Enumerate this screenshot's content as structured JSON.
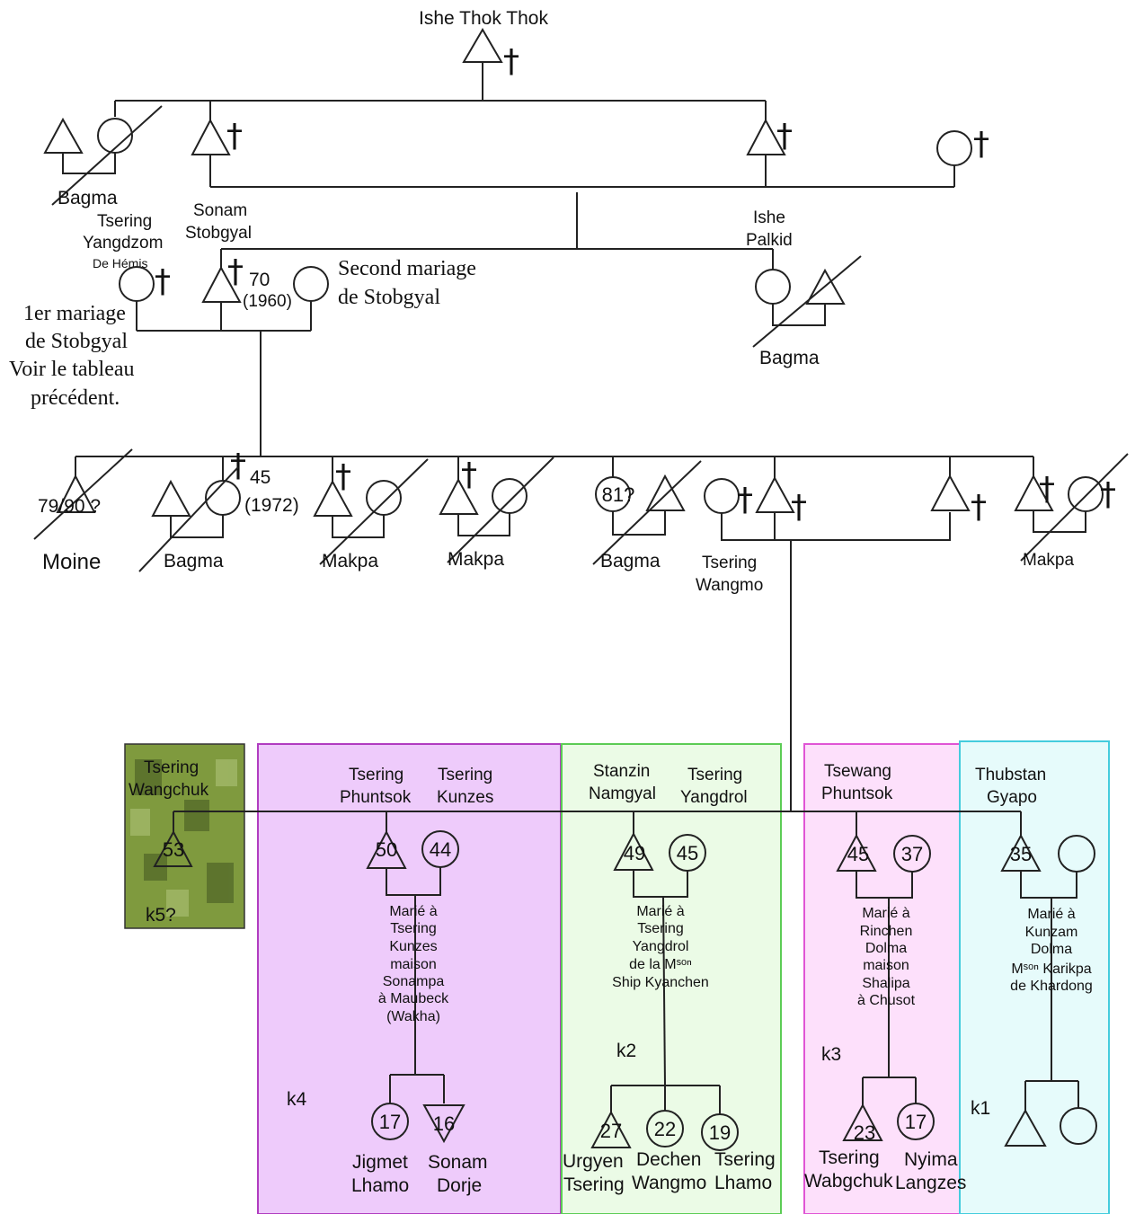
{
  "top": {
    "founder": "Ishe Thok Thok"
  },
  "gen1": {
    "bagma_left": "Bagma",
    "tsering_yangdzom": [
      "Tsering",
      "Yangdzom"
    ],
    "de_hemis": "De Hémis",
    "sonam_stobgyal": [
      "Sonam",
      "Stobgyal"
    ],
    "ishe_palkid": [
      "Ishe",
      "Palkid"
    ],
    "bagma_right": "Bagma",
    "age_70": "70",
    "year_1960": "(1960)",
    "second_mariage": [
      "Second mariage",
      "de Stobgyal"
    ],
    "first_mariage": [
      "1er mariage",
      "de Stobgyal",
      "Voir le tableau",
      "précédent."
    ]
  },
  "gen2": {
    "age_7990": "79/90 ?",
    "moine": "Moine",
    "bagma1": "Bagma",
    "age_45": "45",
    "year_1972": "(1972)",
    "makpa1": "Makpa",
    "makpa2": "Makpa",
    "age_81": "81?",
    "bagma2": "Bagma",
    "tsering_wangmo": [
      "Tsering",
      "Wangmo"
    ],
    "makpa3": "Makpa"
  },
  "boxes": {
    "k5": {
      "label": "k5?",
      "name": [
        "Tsering",
        "Wangchuk"
      ],
      "age": "53",
      "color": "#7f9a3e"
    },
    "k4": {
      "label": "k4",
      "color": "#eecbfb",
      "husband": [
        "Tsering",
        "Phuntsok"
      ],
      "wife": [
        "Tsering",
        "Kunzes"
      ],
      "husband_age": "50",
      "wife_age": "44",
      "note": [
        "Marié à",
        "Tsering",
        "Kunzes",
        "maison",
        "Sonampa",
        "à Maubeck",
        "(Wakha)"
      ],
      "children": [
        {
          "name": [
            "Jigmet",
            "Lhamo"
          ],
          "age": "17"
        },
        {
          "name": [
            "Sonam",
            "Dorje"
          ],
          "age": "16"
        }
      ]
    },
    "k2": {
      "label": "k2",
      "color": "#ebfbe6",
      "husband": [
        "Stanzin",
        "Namgyal"
      ],
      "wife": [
        "Tsering",
        "Yangdrol"
      ],
      "husband_age": "49",
      "wife_age": "45",
      "note": [
        "Marié à",
        "Tsering",
        "Yangdrol",
        "de la Mˢᵒⁿ",
        "Ship Kyanchen"
      ],
      "children": [
        {
          "name": [
            "Urgyen",
            "Tsering"
          ],
          "age": "27"
        },
        {
          "name": [
            "Dechen",
            "Wangmo"
          ],
          "age": "22"
        },
        {
          "name": [
            "Tsering",
            "Lhamo"
          ],
          "age": "19"
        }
      ]
    },
    "k3": {
      "label": "k3",
      "color": "#fde0fb",
      "husband": [
        "Tsewang",
        "Phuntsok"
      ],
      "husband_age": "45",
      "wife_age": "37",
      "note": [
        "Marié à",
        "Rinchen",
        "Dolma",
        "maison",
        "Shalipa",
        "à Chusot"
      ],
      "children": [
        {
          "name": [
            "Tsering",
            "Wabgchuk"
          ],
          "age": "23"
        },
        {
          "name": [
            "Nyima",
            "Langzes"
          ],
          "age": "17"
        }
      ]
    },
    "k1": {
      "label": "k1",
      "color": "#e6fbfb",
      "husband": [
        "Thubstan",
        "Gyapo"
      ],
      "husband_age": "35",
      "note": [
        "Marié à",
        "Kunzam",
        "Dolma",
        "Mˢᵒⁿ Karikpa",
        "de Khardong"
      ]
    }
  },
  "cross_glyph": "†"
}
